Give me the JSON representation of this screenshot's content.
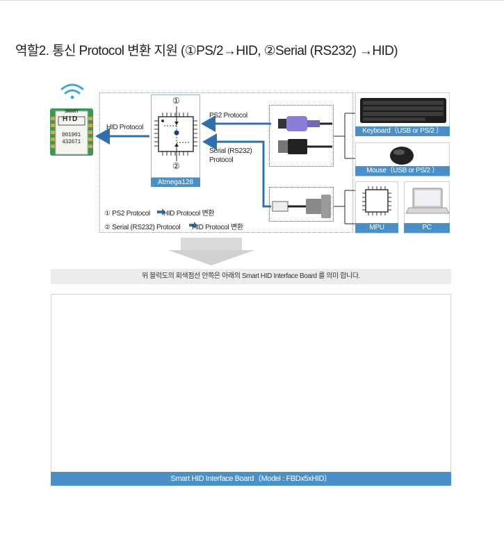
{
  "heading": "역할2. 통신 Protocol 변환 지원 (①PS/2→HID, ②Serial (RS232) →HID)",
  "diagram": {
    "hid_protocol": "HID Protocol",
    "ps2_protocol": "PS2 Protocol",
    "serial_protocol_line1": "Serial (RS232)",
    "serial_protocol_line2": "Protocol",
    "chip_name": "Atmega128",
    "marker1": "①",
    "marker2": "②",
    "hid_module": {
      "title": "HID",
      "brand": "SMART",
      "code1": "001901",
      "code2": "432671"
    },
    "devices": {
      "keyboard": "Keyboard（USB or PS/2 ）",
      "mouse": "Mouse（USB or PS/2 ）",
      "mpu": "MPU",
      "pc": "PC"
    },
    "legend": [
      {
        "num": "①",
        "text": "PS2 Protocol",
        "target": "HID Protocol 변환"
      },
      {
        "num": "②",
        "text": "Serial (RS232) Protocol",
        "target": "HID Protocol 변환"
      }
    ]
  },
  "note": "위 블럭도의 회색점선 안쪽은 아래의 Smart HID Interface Board 를 의미 합니다.",
  "photo_caption": "Smart HID Interface Board（Model : FBDx5xHID）",
  "colors": {
    "accent": "#4a90c8",
    "arrow": "#2f6fb0",
    "purple": "#8a7fd6",
    "green": "#2aa37a"
  }
}
